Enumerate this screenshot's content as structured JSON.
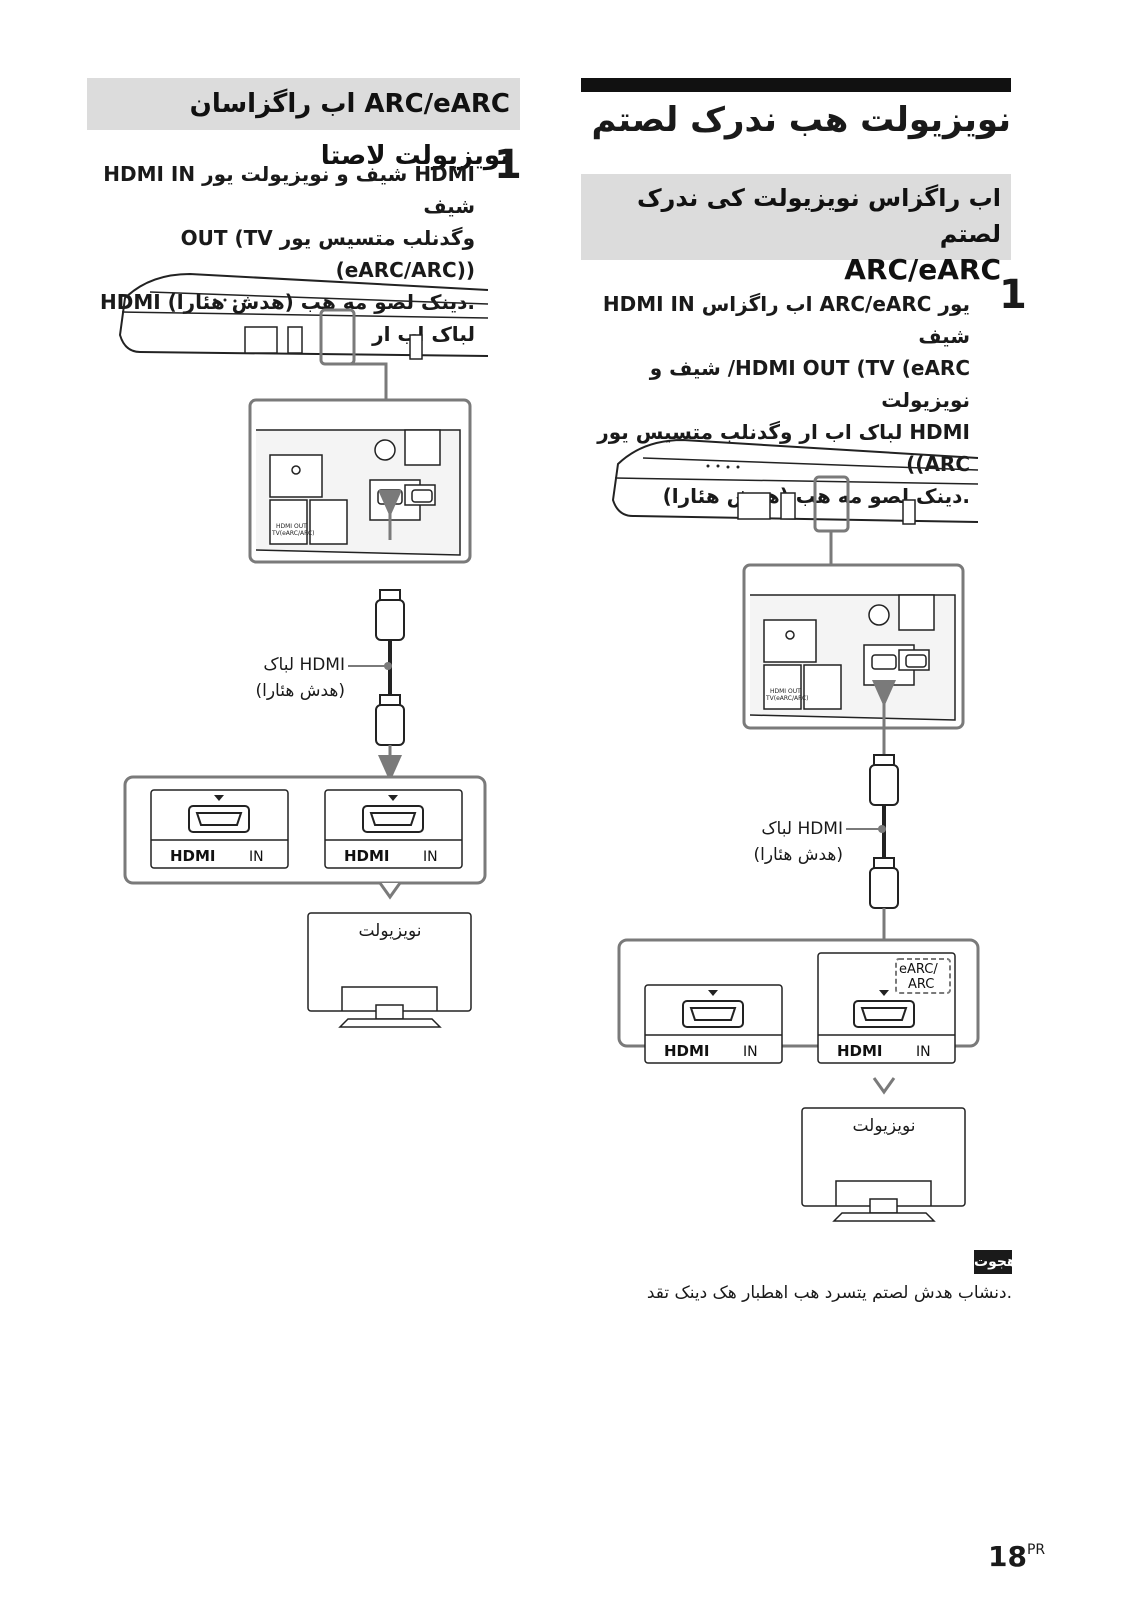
{
  "right_section": {
    "title": "نویزیولت هب ندرک لصتم",
    "subheading_line1": "اب راگزاس نویزیولت کی ندرک لصتم",
    "subheading_line2": "ARC/eARC",
    "step_number": "1",
    "step_lines": [
      "یور ARC/eARC اب راگزاس HDMI IN شیف",
      "HDMI OUT (TV (eARC/ شیف و نویزیولت",
      "HDMI لباک اب ار وگدنلب متسیس یور ARC))",
      ".دینک لصو مه هب (هدش هئارا)"
    ],
    "cable_label": "HDMI لباک",
    "cable_label2": "(هدش هئارا)",
    "earc_tag_line1": "eARC/",
    "earc_tag_line2": "ARC",
    "port_in_label": "IN",
    "tv_label": "نویزیولت",
    "note_badge": "هجوت",
    "note_text": ".دنشاب هدش لصتم یتسرد هب اهطبار هک دینک تقد"
  },
  "left_section": {
    "heading": "ARC/eARC اب راگزاسان نویزیولت لاصتا",
    "step_number": "1",
    "step_lines": [
      "HDMI شیف و نویزیولت یور HDMI IN شیف",
      "وگدنلب متسیس یور OUT (TV (eARC/ARC))",
      ".دینک لصو مه هب (هدش هئارا) HDMI لباک اب ار"
    ],
    "cable_label": "HDMI لباک",
    "cable_label2": "(هدش هئارا)",
    "port_in_label": "IN",
    "tv_label": "نویزیولت"
  },
  "panel_labels": {
    "hdmi_out_line1": "HDMI OUT",
    "hdmi_out_line2": "TV(eARC/ARC)"
  },
  "hdmi_logo": "HDMI",
  "page": {
    "number": "18",
    "suffix": "PR"
  },
  "colors": {
    "heading_bg": "#dcdcdc",
    "arrow_gray": "#7a7a7a",
    "dark": "#111111"
  }
}
